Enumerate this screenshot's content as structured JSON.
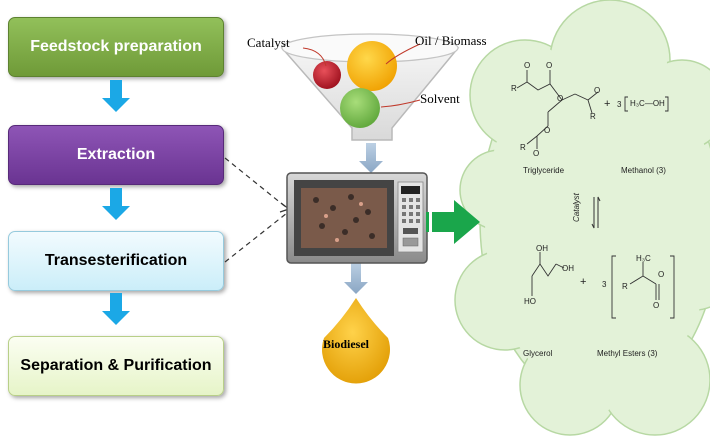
{
  "steps": [
    {
      "label": "Feedstock preparation",
      "color": "#7aa843"
    },
    {
      "label": "Extraction",
      "color": "#7a43a3"
    },
    {
      "label": "Transesterification",
      "color": "#dff5fc"
    },
    {
      "label": "Separation & Purification",
      "color": "#f0f9dc"
    }
  ],
  "funnel": {
    "catalyst": "Catalyst",
    "oil": "Oil / Biomass",
    "solvent": "Solvent"
  },
  "product": "Biodiesel",
  "reaction": {
    "triglyceride": "Triglyceride",
    "methanol": "Methanol (3)",
    "methanol_formula": "H₃C—OH",
    "coefficient": "3",
    "plus": "+",
    "catalyst": "Catalyst",
    "glycerol": "Glycerol",
    "methyl_esters": "Methyl Esters (3)",
    "atoms": {
      "o": "O",
      "r": "R",
      "oh": "OH",
      "ho": "HO",
      "h3c": "H₃C"
    }
  },
  "colors": {
    "arrow_blue": "#1ba8e6",
    "arrow_green": "#1aa64b",
    "cloud": "#e3f2d8",
    "droplet": "#f0b400"
  }
}
